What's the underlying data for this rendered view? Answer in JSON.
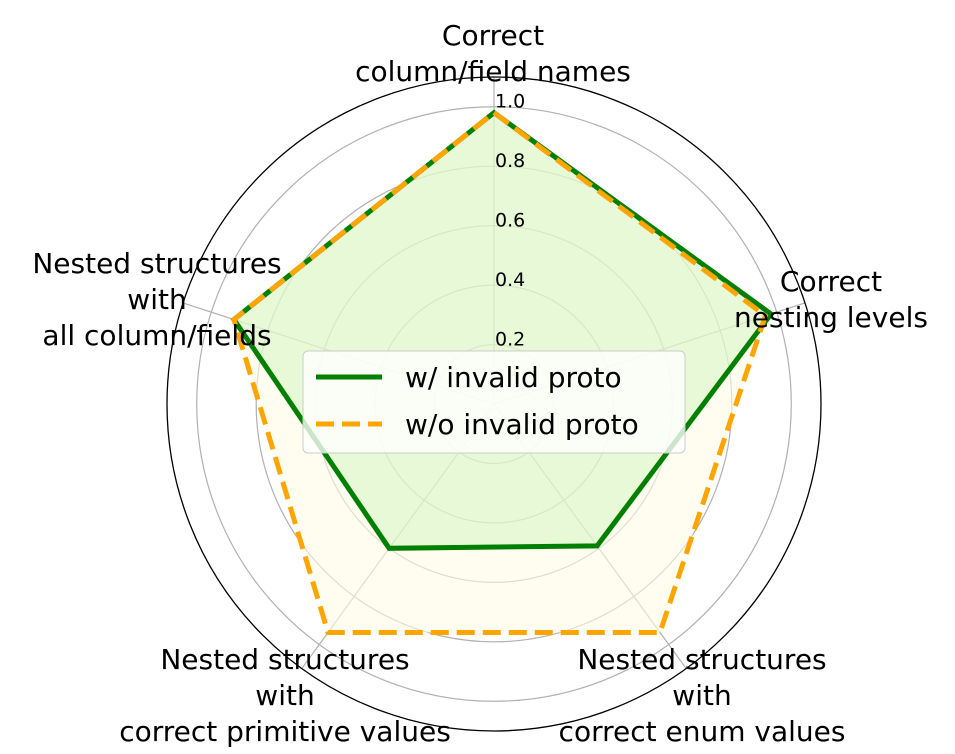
{
  "chart_data": {
    "type": "radar",
    "title": "",
    "axes": [
      [
        "Correct",
        "column/field names"
      ],
      [
        "Correct",
        "nesting levels"
      ],
      [
        "Nested structures",
        "with",
        "correct enum values"
      ],
      [
        "Nested structures",
        "with",
        "correct primitive values"
      ],
      [
        "Nested structures",
        "with",
        "all column/fields"
      ]
    ],
    "rticks": [
      "0.2",
      "0.4",
      "0.6",
      "0.8",
      "1.0"
    ],
    "rlim": [
      0,
      1.1
    ],
    "grid": true,
    "legend_position": "center",
    "series": [
      {
        "name": "w/ invalid proto",
        "values": [
          0.98,
          0.98,
          0.59,
          0.6,
          0.92
        ],
        "line_color": "#008000",
        "line_style": "solid",
        "fill_color": "#ccf5b8"
      },
      {
        "name": "w/o invalid proto",
        "values": [
          0.98,
          0.96,
          0.95,
          0.95,
          0.92
        ],
        "line_color": "#ffa500",
        "line_style": "dashed",
        "fill_color": "#fffbe6"
      }
    ]
  }
}
